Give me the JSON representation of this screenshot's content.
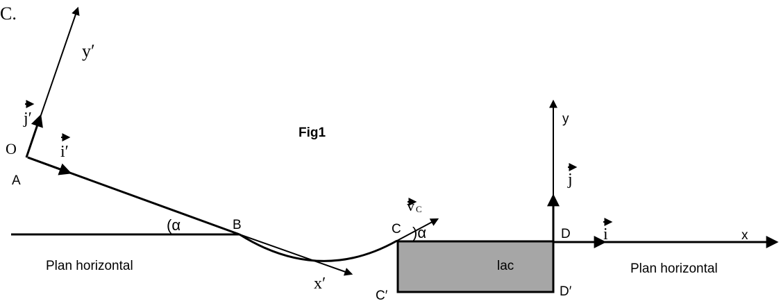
{
  "header_fragment": "C.",
  "figure_label": "Fig1",
  "points": {
    "O": "O",
    "A": "A",
    "B": "B",
    "C": "C",
    "C_prime": "C′",
    "D": "D",
    "D_prime": "D′"
  },
  "axes": {
    "x_prime": "x′",
    "y_prime": "y′",
    "x": "x",
    "y": "y"
  },
  "vectors": {
    "j_prime": "j′",
    "i_prime": "i′",
    "v_c_main": "v",
    "v_c_sub": "C",
    "j": "j",
    "i": "i"
  },
  "angles": {
    "alpha_at_B": "(α",
    "alpha_at_C": ")α"
  },
  "labels": {
    "plan_left": "Plan horizontal",
    "plan_right": "Plan horizontal",
    "lake": "lac"
  },
  "colors": {
    "ink": "#000000",
    "lake_fill": "#a6a6a6"
  }
}
